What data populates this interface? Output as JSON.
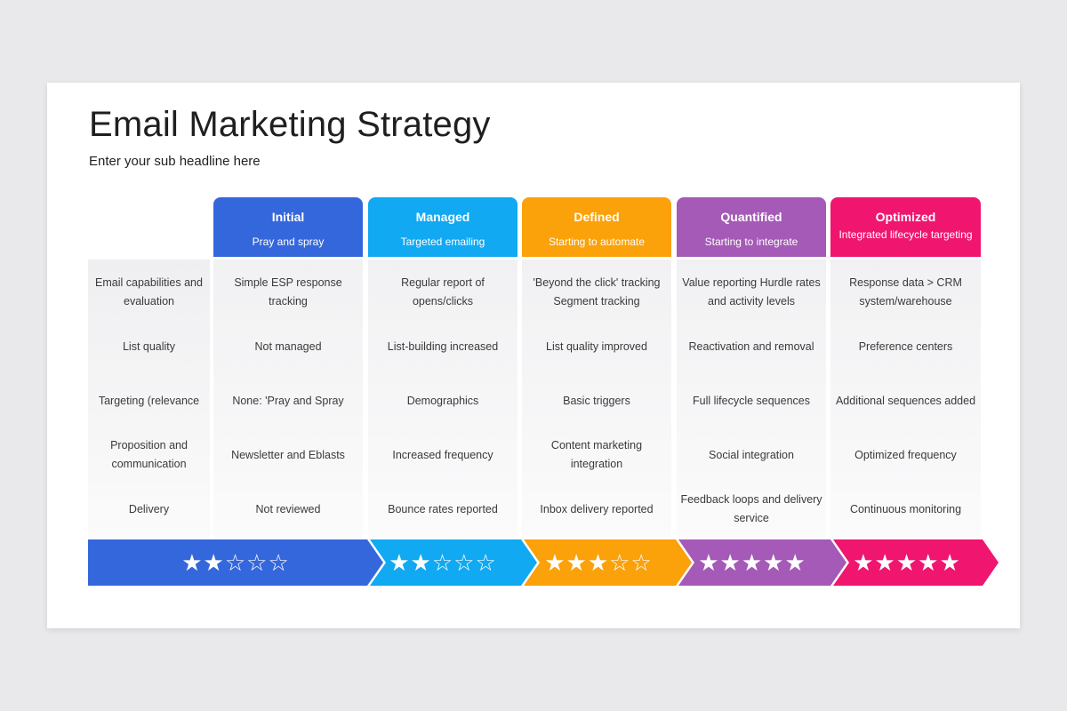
{
  "title": "Email Marketing Strategy",
  "subtitle": "Enter your sub headline here",
  "colors": {
    "initial": "#3567dc",
    "managed": "#10a9f2",
    "defined": "#fba10a",
    "quantified": "#a45ab6",
    "optimized": "#f0156f"
  },
  "row_labels": [
    "Email capabilities and evaluation",
    "List quality",
    "Targeting (relevance",
    "Proposition and communication",
    "Delivery"
  ],
  "stages": [
    {
      "name": "Initial",
      "subtitle": "Pray and spray",
      "cells": [
        "Simple ESP response tracking",
        "Not managed",
        "None: 'Pray and Spray",
        "Newsletter  and Eblasts",
        "Not reviewed"
      ],
      "stars": "★★☆☆☆",
      "rating": 2
    },
    {
      "name": "Managed",
      "subtitle": "Targeted emailing",
      "cells": [
        "Regular report of opens/clicks",
        "List-building increased",
        "Demographics",
        "Increased frequency",
        "Bounce rates reported"
      ],
      "stars": "★★☆☆☆",
      "rating": 2
    },
    {
      "name": "Defined",
      "subtitle": "Starting to automate",
      "cells": [
        "'Beyond the click' tracking Segment tracking",
        "List quality improved",
        "Basic triggers",
        "Content marketing integration",
        "Inbox delivery reported"
      ],
      "stars": "★★★☆☆",
      "rating": 3
    },
    {
      "name": "Quantified",
      "subtitle": "Starting to integrate",
      "cells": [
        "Value reporting Hurdle rates and activity levels",
        "Reactivation and removal",
        "Full lifecycle sequences",
        "Social integration",
        "Feedback loops and delivery service"
      ],
      "stars": "★★★★★",
      "rating": 5
    },
    {
      "name": "Optimized",
      "subtitle": "Integrated lifecycle targeting",
      "cells": [
        "Response data > CRM system/warehouse",
        "Preference centers",
        "Additional sequences  added",
        "Optimized frequency",
        "Continuous monitoring"
      ],
      "stars": "★★★★★",
      "rating": 5
    }
  ]
}
